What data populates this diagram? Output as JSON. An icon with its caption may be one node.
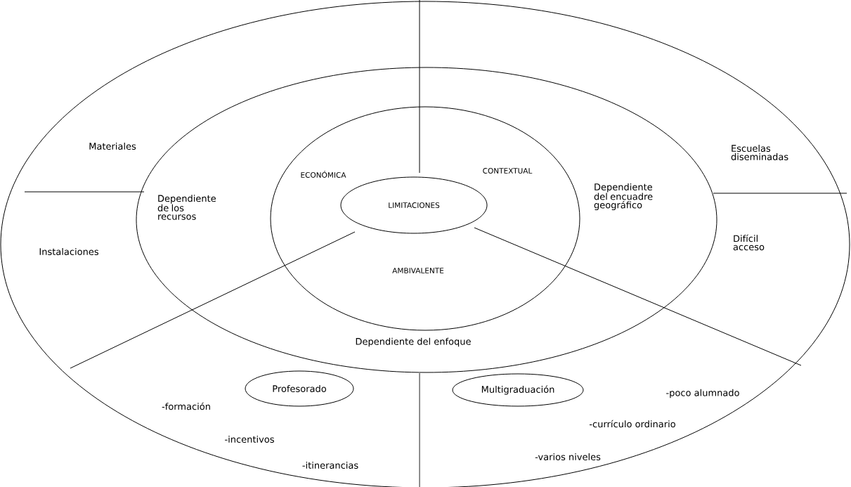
{
  "diagram": {
    "nodes": [
      {
        "text": [],
        "shape": "ellipse"
      },
      {
        "text": [],
        "shape": "ellipse",
        "in": 0
      },
      {
        "text": [],
        "shape": "ellipse",
        "in": 1
      },
      {
        "text": [
          "LIMITACIONES"
        ],
        "in": 2
      },
      {
        "text": [
          "Profesorado"
        ],
        "in": 0
      },
      {
        "text": [
          "Multigraduación"
        ],
        "in": 0
      }
    ],
    "labels": [
      "Materiales",
      "Escuelas diseminadas",
      "ECONÓMICA",
      "CONTEXTUAL",
      "Dependiente de los recursos",
      "Dependiente del encuadre geográfico",
      "Instalaciones",
      "Difícil acceso",
      "AMBIVALENTE",
      "Dependiente del enfoque",
      "-poco alumnado",
      "-formación",
      "-currículo ordinario",
      "-incentivos",
      "-varios niveles",
      "-itinerancias"
    ]
  }
}
